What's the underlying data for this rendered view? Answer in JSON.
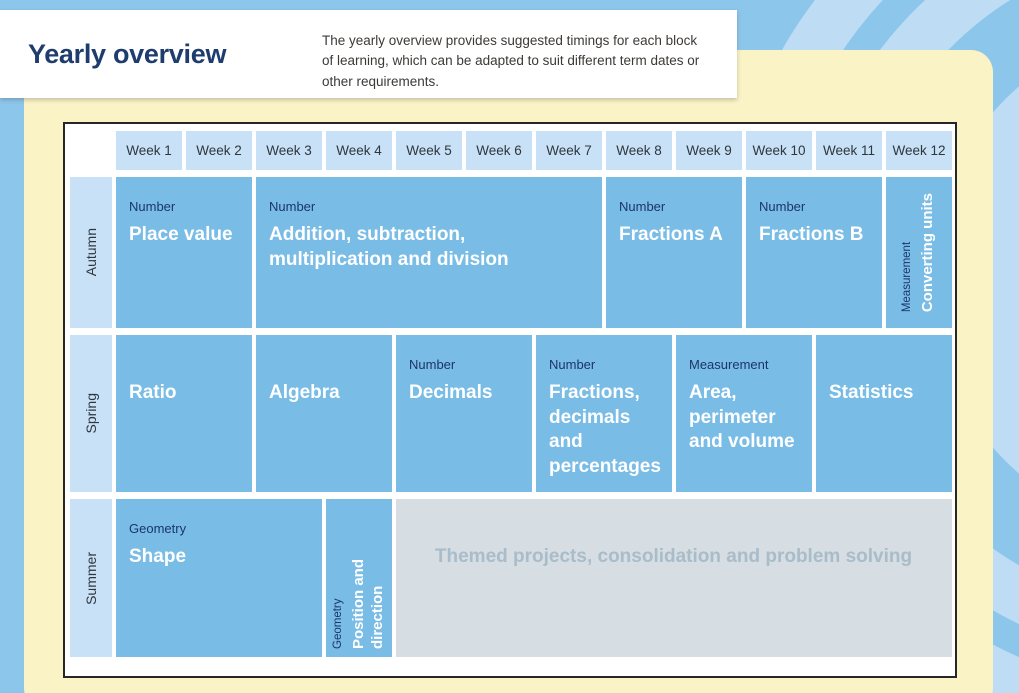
{
  "header": {
    "title": "Yearly overview",
    "description": "The yearly overview provides suggested timings for each block of learning, which can be adapted to suit different term dates or other requirements."
  },
  "table": {
    "week_headers": [
      "Week 1",
      "Week 2",
      "Week 3",
      "Week 4",
      "Week 5",
      "Week 6",
      "Week 7",
      "Week 8",
      "Week 9",
      "Week 10",
      "Week 11",
      "Week 12"
    ],
    "rows": [
      {
        "term": "Autumn",
        "blocks": [
          {
            "category": "Number",
            "title": "Place value",
            "start": 1,
            "span": 2
          },
          {
            "category": "Number",
            "title": "Addition, subtraction, multiplication and division",
            "start": 3,
            "span": 5
          },
          {
            "category": "Number",
            "title": "Fractions A",
            "start": 8,
            "span": 2
          },
          {
            "category": "Number",
            "title": "Fractions B",
            "start": 10,
            "span": 2
          },
          {
            "category": "Measurement",
            "title": "Converting units",
            "start": 12,
            "span": 1,
            "vertical": true
          }
        ]
      },
      {
        "term": "Spring",
        "blocks": [
          {
            "category": "",
            "title": "Ratio",
            "start": 1,
            "span": 2
          },
          {
            "category": "",
            "title": "Algebra",
            "start": 3,
            "span": 2
          },
          {
            "category": "Number",
            "title": "Decimals",
            "start": 5,
            "span": 2
          },
          {
            "category": "Number",
            "title": "Fractions, decimals and percentages",
            "start": 7,
            "span": 2
          },
          {
            "category": "Measurement",
            "title": "Area, perimeter and volume",
            "start": 9,
            "span": 2
          },
          {
            "category": "",
            "title": "Statistics",
            "start": 11,
            "span": 2
          }
        ]
      },
      {
        "term": "Summer",
        "blocks": [
          {
            "category": "Geometry",
            "title": "Shape",
            "start": 1,
            "span": 3
          },
          {
            "category": "Geometry",
            "title": "Position and direction",
            "start": 4,
            "span": 1,
            "vertical": true
          },
          {
            "category": "",
            "title": "Themed projects, consolidation and problem solving",
            "start": 5,
            "span": 8,
            "gray": true
          }
        ]
      }
    ]
  },
  "colors": {
    "page_background": "#8dc6eb",
    "decor_light_blue": "#bedcf4",
    "panel_cream": "#faf3c5",
    "card_white": "#ffffff",
    "title_navy": "#1e3c6e",
    "block_blue": "#79bce6",
    "header_cell_blue": "#c8e1f6",
    "category_navy": "#1c3668",
    "gray_block_bg": "#d6dde3",
    "gray_block_text": "#a9bcc9",
    "table_border": "#262626"
  }
}
